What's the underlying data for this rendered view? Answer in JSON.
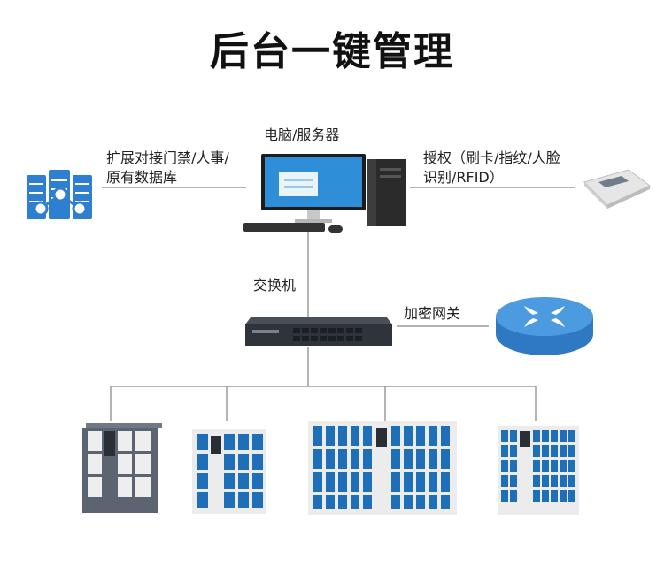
{
  "title": "后台一键管理",
  "labels": {
    "computer": "电脑/服务器",
    "database_line1": "扩展对接门禁/人事/",
    "database_line2": "原有数据库",
    "auth_line1": "授权（刷卡/指纹/人脸",
    "auth_line2": "识别/RFID）",
    "switch": "交换机",
    "gateway": "加密网关"
  },
  "colors": {
    "line": "#9a9a9a",
    "locker_blue": "#1f6fb8",
    "locker_frame": "#e9e9e9",
    "gateway_blue": "#3d8fd6",
    "database_blue": "#2f7fd0"
  }
}
